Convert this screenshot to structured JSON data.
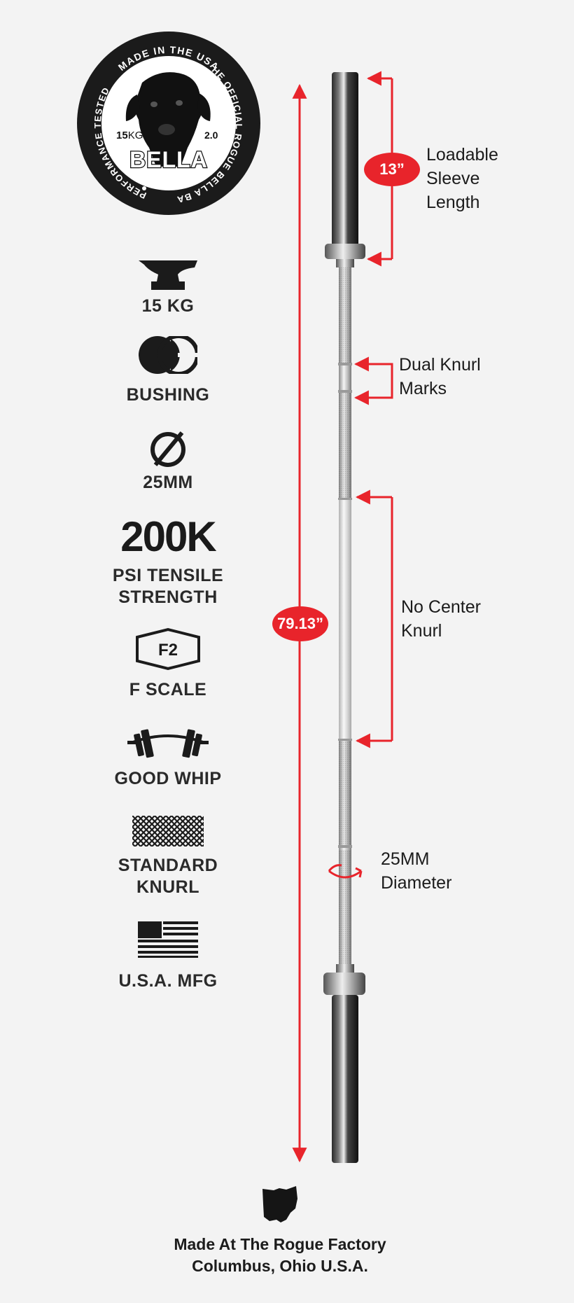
{
  "badge": {
    "top_arc": "MADE IN THE USA",
    "left_arc": "PERFORMANCE TESTED",
    "right_arc": "THE OFFICIAL ROGUE BELLA BAR",
    "weight": "15",
    "weight_unit": "KG",
    "version": "2.0",
    "name": "BELLA"
  },
  "specs": {
    "weight_label": "15 KG",
    "sleeve_label": "BUSHING",
    "diameter_label": "25MM",
    "tensile_value": "200K",
    "tensile_label_1": "PSI TENSILE",
    "tensile_label_2": "STRENGTH",
    "scale_badge": "F2",
    "scale_label": "F SCALE",
    "whip_label": "GOOD WHIP",
    "knurl_label_1": "STANDARD",
    "knurl_label_2": "KNURL",
    "mfg_label": "U.S.A. MFG"
  },
  "annotations": {
    "sleeve_length_value": "13”",
    "sleeve_length_label": [
      "Loadable",
      "Sleeve",
      "Length"
    ],
    "knurl_marks_label": [
      "Dual Knurl",
      "Marks"
    ],
    "center_knurl_label": [
      "No Center",
      "Knurl"
    ],
    "diameter_label": [
      "25MM",
      "Diameter"
    ],
    "total_length_value": "79.13”"
  },
  "footer": {
    "line1": "Made At The Rogue Factory",
    "line2": "Columbus, Ohio U.S.A."
  },
  "colors": {
    "accent": "#e8242b",
    "text": "#222222",
    "background": "#f3f3f3"
  }
}
